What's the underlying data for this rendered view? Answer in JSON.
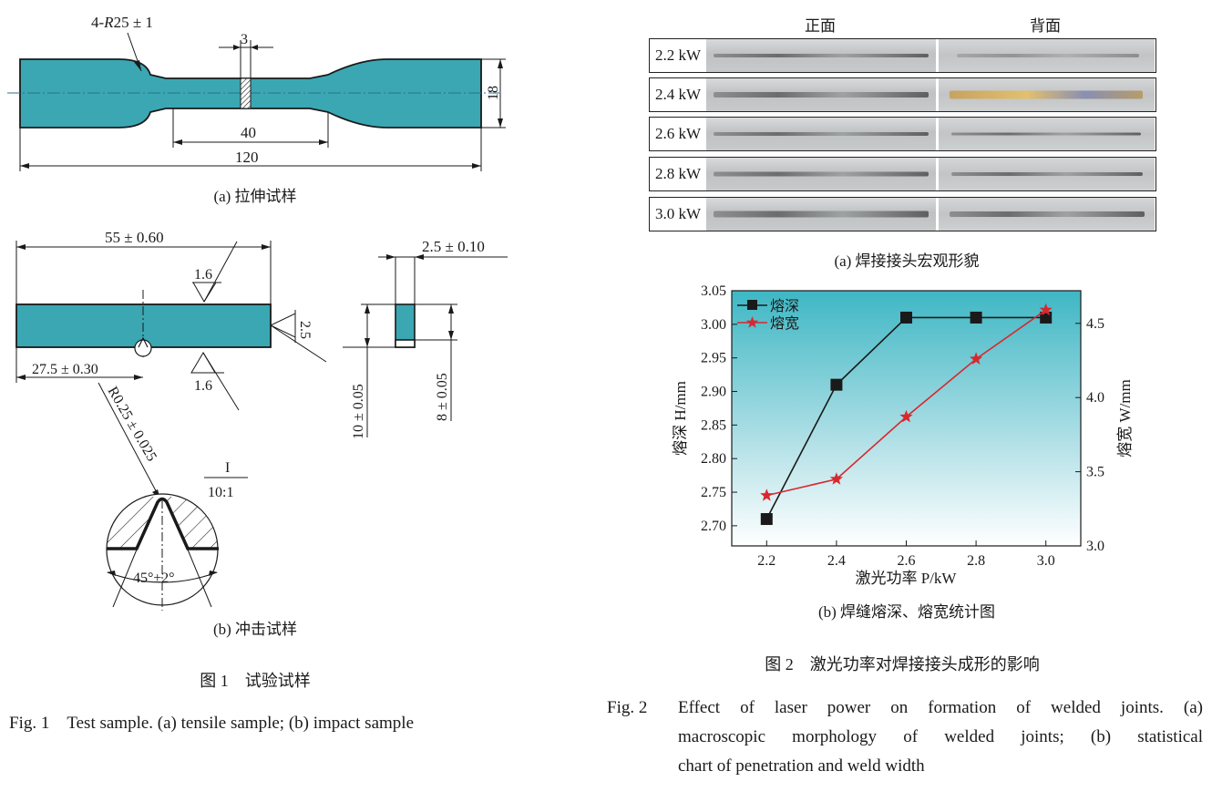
{
  "fig1": {
    "a": {
      "radius_label": "4-",
      "radius_italic": "R",
      "radius_value": "25 ± 1",
      "notch_width": "3",
      "height": "18",
      "gauge_length": "40",
      "total_length": "120",
      "caption": "(a) 拉伸试样"
    },
    "b": {
      "length": "55 ± 0.60",
      "roughness_top": "1.6",
      "roughness_bottom": "1.6",
      "roughness_side": "2.5",
      "half_length": "27.5 ± 0.30",
      "notch_radius": "R0.25 ± 0.025",
      "detail_id": "I",
      "detail_scale": "10:1",
      "notch_angle": "45°±2°",
      "width": "2.5 ± 0.10",
      "height_total": "10 ± 0.05",
      "height_notch": "8 ± 0.05",
      "caption": "(b) 冲击试样"
    },
    "title_cn": "图 1　试验试样",
    "title_en": "Fig. 1　Test sample. (a) tensile sample; (b) impact sample"
  },
  "fig2": {
    "a": {
      "col_front": "正面",
      "col_back": "背面",
      "rows": [
        "2.2 kW",
        "2.4 kW",
        "2.6 kW",
        "2.8 kW",
        "3.0 kW"
      ],
      "caption": "(a) 焊接接头宏观形貌"
    },
    "b_caption": "(b) 焊缝熔深、熔宽统计图",
    "title_cn": "图 2　激光功率对焊接接头成形的影响",
    "title_en_prefix": "Fig. 2",
    "title_en_lines": [
      "Effect of laser power on formation of welded joints. (a)",
      "macroscopic morphology of welded joints; (b) statistical",
      "chart of penetration and weld width"
    ]
  },
  "chart_data": {
    "type": "line",
    "x": [
      2.2,
      2.4,
      2.6,
      2.8,
      3.0
    ],
    "xticks": [
      "2.2",
      "2.4",
      "2.6",
      "2.8",
      "3.0"
    ],
    "xlim": [
      2.1,
      3.1
    ],
    "xlabel": "激光功率 P/kW",
    "ylabel": "熔深 H/mm",
    "ylim": [
      2.67,
      3.05
    ],
    "yticks": [
      "2.70",
      "2.75",
      "2.80",
      "2.85",
      "2.90",
      "2.95",
      "3.00",
      "3.05"
    ],
    "ylabel2": "熔宽 W/mm",
    "ylim2": [
      3.0,
      4.72
    ],
    "yticks2": [
      "3.0",
      "3.5",
      "4.0",
      "4.5"
    ],
    "legend_position": "top-left",
    "series": [
      {
        "name": "熔深",
        "axis": "left",
        "marker": "square",
        "color": "#1a1a1a",
        "values": [
          2.71,
          2.91,
          3.01,
          3.01,
          3.01
        ]
      },
      {
        "name": "熔宽",
        "axis": "right",
        "marker": "star",
        "color": "#d8282f",
        "values": [
          3.34,
          3.45,
          3.87,
          4.26,
          4.59
        ]
      }
    ]
  }
}
